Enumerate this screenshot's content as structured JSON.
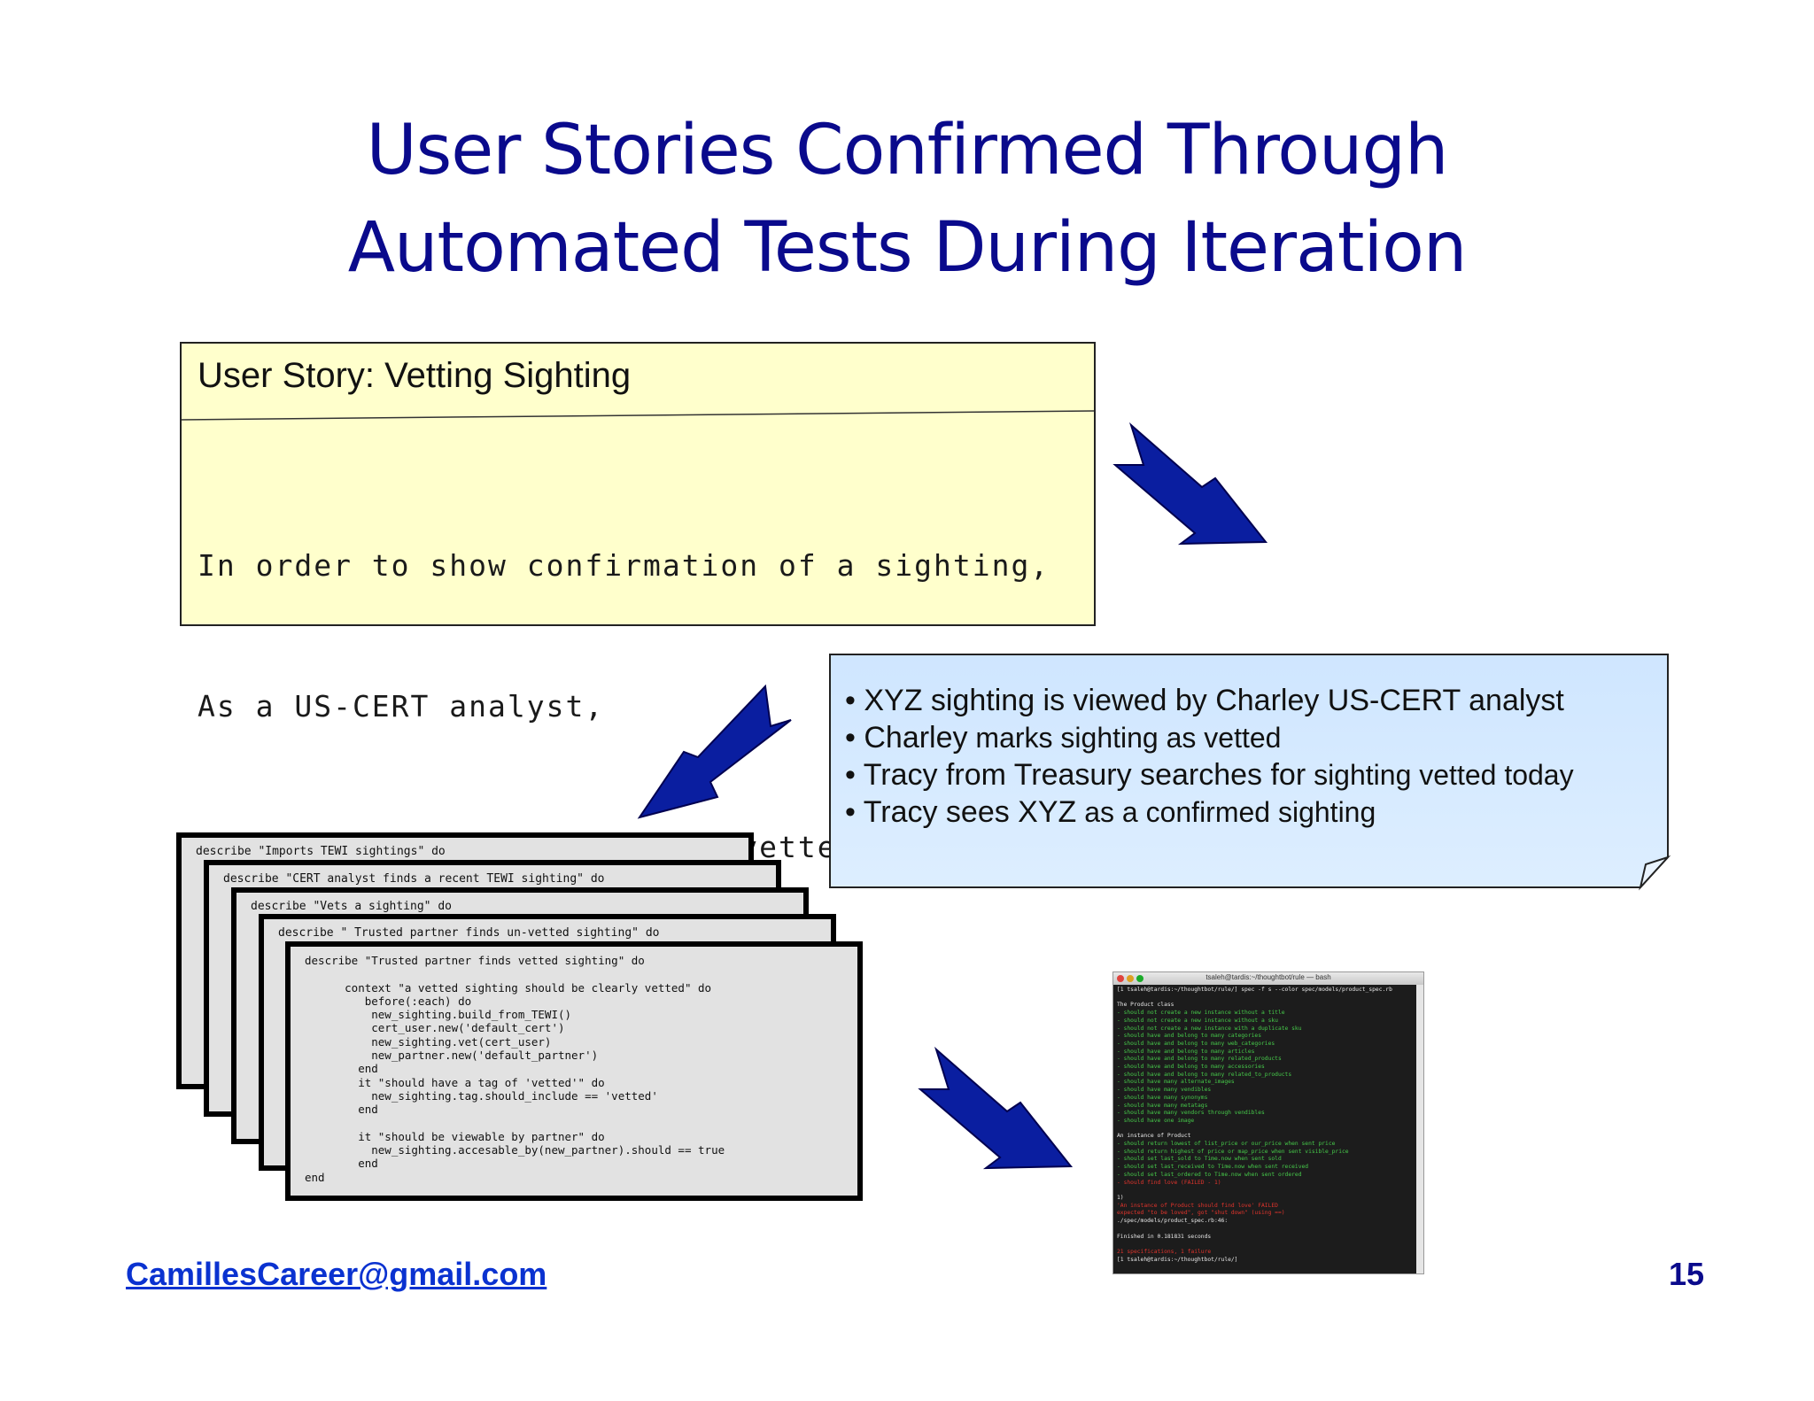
{
  "title": {
    "line1": "User Stories Confirmed Through",
    "line2": "Automated Tests During Iteration"
  },
  "user_story": {
    "heading": "User Story:  Vetting Sighting",
    "lines": [
      "In order to show confirmation of a sighting,",
      "As a US-CERT analyst,",
      "I want to mark a sighting a vetted"
    ]
  },
  "scenarios": [
    {
      "lead": "• XYZ sighting is viewed by Charley US-CERT analyst",
      "rest": ""
    },
    {
      "lead": "• Charley",
      "rest": " marks sighting as vetted"
    },
    {
      "lead": "• Tracy from Treasury searches for",
      "rest": " sighting vetted today"
    },
    {
      "lead": "• Tracy sees XYZ",
      "rest": " as a confirmed sighting"
    }
  ],
  "specs": {
    "cards": [
      "describe \"Imports TEWI sightings\" do",
      "describe \"CERT analyst finds a recent TEWI sighting\" do",
      "describe \"Vets a sighting\" do",
      "describe \" Trusted partner finds un-vetted sighting\" do"
    ],
    "front": [
      "describe \"Trusted partner finds vetted sighting\" do",
      "",
      "      context \"a vetted sighting should be clearly vetted\" do",
      "         before(:each) do",
      "          new_sighting.build_from_TEWI()",
      "          cert_user.new('default_cert')",
      "          new_sighting.vet(cert_user)",
      "          new_partner.new('default_partner')",
      "        end",
      "        it \"should have a tag of 'vetted'\" do",
      "          new_sighting.tag.should_include == 'vetted'",
      "        end",
      "",
      "        it \"should be viewable by partner\" do",
      "          new_sighting.accesable_by(new_partner).should == true",
      "        end",
      "end"
    ]
  },
  "terminal": {
    "title": "tsaleh@tardis:~/thoughtbot/rule — bash",
    "lines": [
      {
        "t": "[1 tsaleh@tardis:~/thoughtbot/rule/] spec -f s --color spec/models/product_spec.rb",
        "c": "white"
      },
      {
        "t": "",
        "c": "white"
      },
      {
        "t": "The Product class",
        "c": "white"
      },
      {
        "t": "- should not create a new instance without a title",
        "c": "green"
      },
      {
        "t": "- should not create a new instance without a sku",
        "c": "green"
      },
      {
        "t": "- should not create a new instance with a duplicate sku",
        "c": "green"
      },
      {
        "t": "- should have and belong to many categories",
        "c": "green"
      },
      {
        "t": "- should have and belong to many web_categories",
        "c": "green"
      },
      {
        "t": "- should have and belong to many articles",
        "c": "green"
      },
      {
        "t": "- should have and belong to many related_products",
        "c": "green"
      },
      {
        "t": "- should have and belong to many accessories",
        "c": "green"
      },
      {
        "t": "- should have and belong to many related_to_products",
        "c": "green"
      },
      {
        "t": "- should have many alternate_images",
        "c": "green"
      },
      {
        "t": "- should have many vendibles",
        "c": "green"
      },
      {
        "t": "- should have many synonyms",
        "c": "green"
      },
      {
        "t": "- should have many metatags",
        "c": "green"
      },
      {
        "t": "- should have many vendors through vendibles",
        "c": "green"
      },
      {
        "t": "- should have one image",
        "c": "green"
      },
      {
        "t": "",
        "c": "white"
      },
      {
        "t": "An instance of Product",
        "c": "white"
      },
      {
        "t": "- should return lowest of list_price or our_price when sent price",
        "c": "green"
      },
      {
        "t": "- should return highest of price or map_price when sent visible_price",
        "c": "green"
      },
      {
        "t": "- should set last_sold to Time.now when sent sold",
        "c": "green"
      },
      {
        "t": "- should set last_received to Time.now when sent received",
        "c": "green"
      },
      {
        "t": "- should set last_ordered to Time.now when sent ordered",
        "c": "green"
      },
      {
        "t": "- should find love (FAILED - 1)",
        "c": "red"
      },
      {
        "t": "",
        "c": "white"
      },
      {
        "t": "1)",
        "c": "white"
      },
      {
        "t": "'An instance of Product should find love' FAILED",
        "c": "red"
      },
      {
        "t": "expected \"to be loved\", got \"shut down\" (using ==)",
        "c": "red"
      },
      {
        "t": "./spec/models/product_spec.rb:46:",
        "c": "white"
      },
      {
        "t": "",
        "c": "white"
      },
      {
        "t": "Finished in 0.181831 seconds",
        "c": "white"
      },
      {
        "t": "",
        "c": "white"
      },
      {
        "t": "21 specifications, 1 failure",
        "c": "red"
      },
      {
        "t": "[1 tsaleh@tardis:~/thoughtbot/rule/]",
        "c": "white"
      }
    ]
  },
  "footer": {
    "email": "CamillesCareer@gmail.com",
    "page_number": "15"
  },
  "colors": {
    "title": "#0a0a8c",
    "story_bg": "#ffffcc",
    "note_bg": "#d2e8ff",
    "arrow": "#0a1ea0",
    "link": "#0a32d0"
  },
  "icons": [
    "arrow-icon",
    "arrow-icon",
    "arrow-icon",
    "window-close-icon",
    "window-minimize-icon",
    "window-zoom-icon"
  ]
}
